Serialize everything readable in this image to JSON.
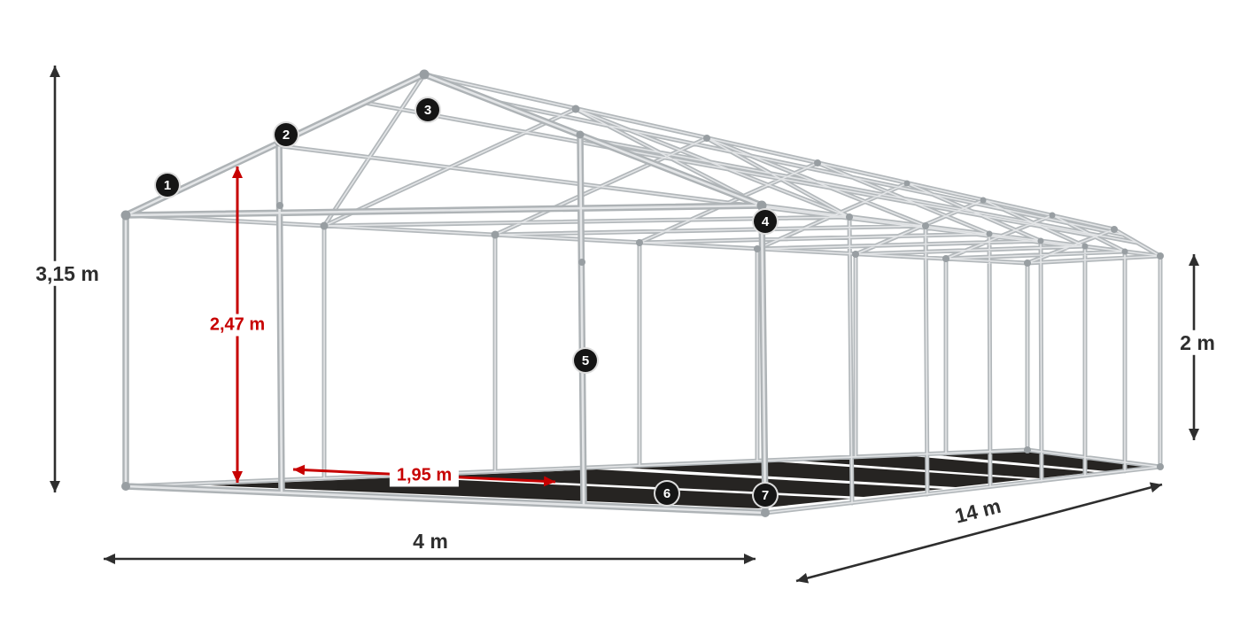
{
  "illustration": {
    "alt": "3D wireframe drawing of a party tent steel tube frame",
    "colors": {
      "tube": "#b3b8bb",
      "tube_highlight": "#e3e5e7",
      "joint": "#989ea2",
      "shadow": "#0f0d0b",
      "dimension": "#2e2e2e",
      "accent": "#c70000"
    }
  },
  "annotations": {
    "dimensions": {
      "total_height": "3,15 m",
      "ridge_clearance": "2,47 m",
      "side_height": "2 m",
      "entrance_width": "1,95 m",
      "width": "4 m",
      "length": "14 m"
    }
  },
  "hotspots": [
    {
      "label": "1"
    },
    {
      "label": "2"
    },
    {
      "label": "3"
    },
    {
      "label": "4"
    },
    {
      "label": "5"
    },
    {
      "label": "6"
    },
    {
      "label": "7"
    }
  ]
}
